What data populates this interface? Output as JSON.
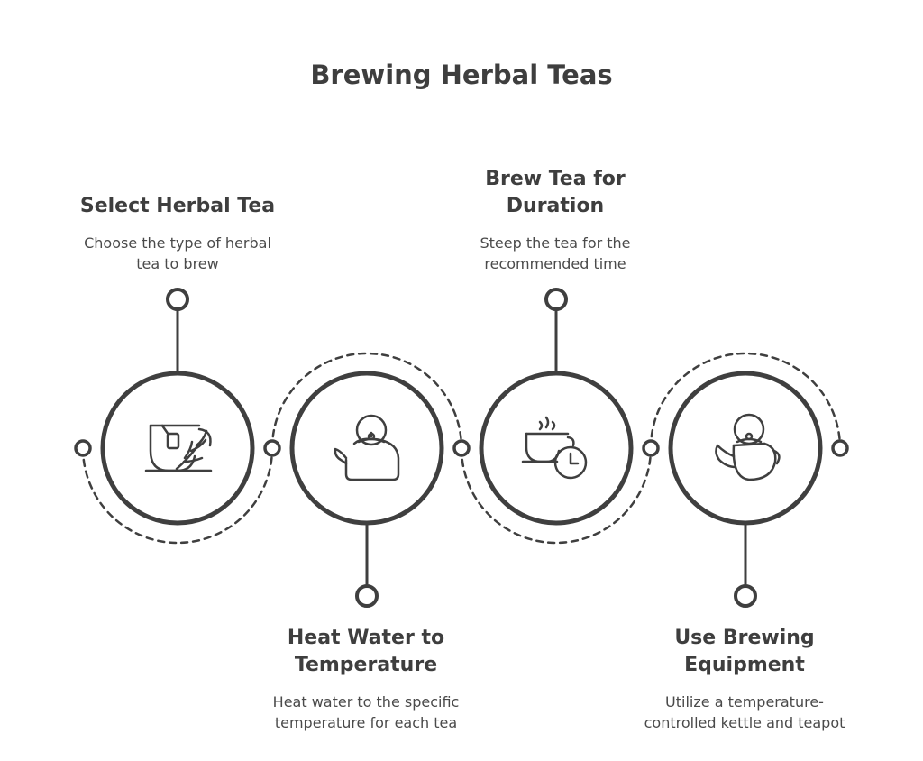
{
  "title": "Brewing Herbal Teas",
  "steps": [
    {
      "title": "Select Herbal Tea",
      "description": "Choose the type of herbal\ntea to brew",
      "icon": "tea-cup-herb-icon"
    },
    {
      "title": "Heat Water to\nTemperature",
      "description": "Heat water to the specific\ntemperature for each tea",
      "icon": "kettle-icon"
    },
    {
      "title": "Brew Tea for\nDuration",
      "description": "Steep the tea for the\nrecommended time",
      "icon": "cup-clock-icon"
    },
    {
      "title": "Use Brewing\nEquipment",
      "description": "Utilize a temperature-\ncontrolled kettle and teapot",
      "icon": "teapot-icon"
    }
  ],
  "colors": {
    "stroke": "#3f3f3f",
    "background": "#ffffff"
  }
}
